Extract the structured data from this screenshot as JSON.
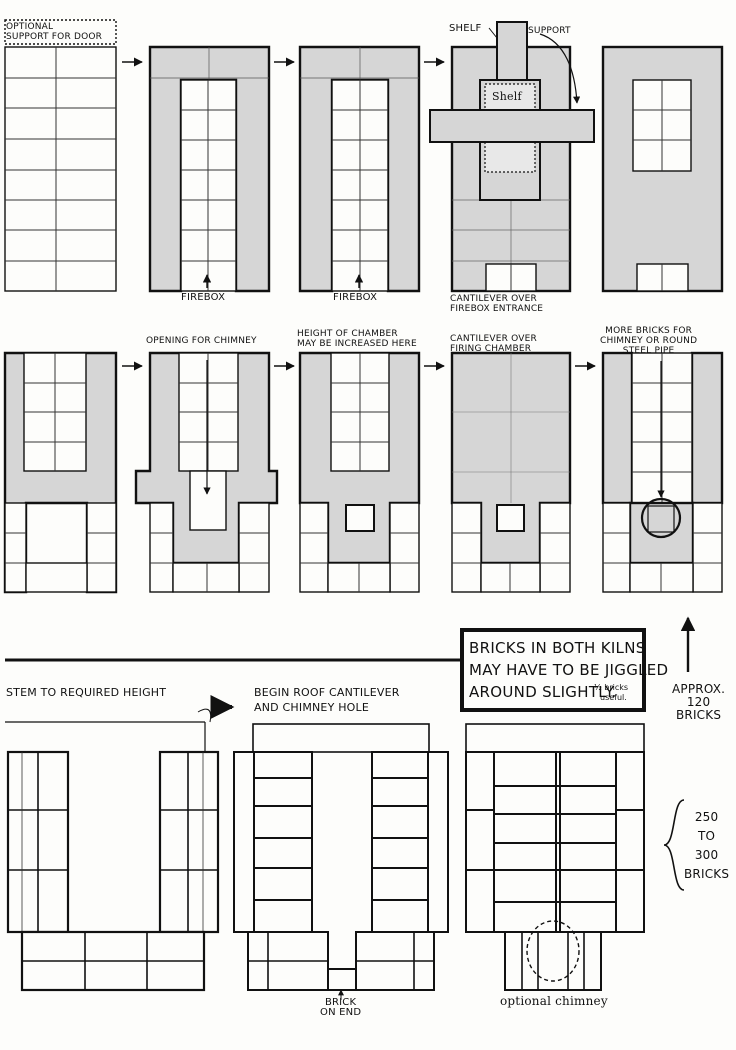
{
  "labels": {
    "optional_support": "OPTIONAL\nSUPPORT FOR DOOR",
    "firebox_1": "FIREBOX",
    "firebox_2": "FIREBOX",
    "shelf_top": "SHELF",
    "support": "SUPPORT",
    "shelf_inner": "Shelf",
    "cantilever_firebox": "CANTILEVER OVER\nFIREBOX ENTRANCE",
    "opening_chimney": "OPENING FOR CHIMNEY",
    "height_chamber": "HEIGHT OF CHAMBER\nMAY BE INCREASED HERE",
    "cantilever_chamber": "CANTILEVER OVER\nFIRING CHAMBER",
    "more_bricks": "MORE BRICKS FOR\nCHIMNEY OR ROUND\nSTEEL PIPE",
    "approx_120": "APPROX.\n120\nBRICKS",
    "stem_height": "STEM TO REQUIRED HEIGHT",
    "begin_roof": "BEGIN ROOF CANTILEVER\nAND CHIMNEY HOLE",
    "count_250_300": "250\nto\n300\nBRICKS",
    "brick_on_end": "BRICK\nON END",
    "optional_chimney": "optional chimney"
  },
  "notice": {
    "line1": "BRICKS IN BOTH KILNS",
    "line2": "MAY HAVE TO BE JIGGLED",
    "line3": "AROUND SLIGHTLY.",
    "line4": "½ bricks",
    "line5": "useful."
  },
  "colors": {
    "ink": "#111111",
    "shade": "#d6d6d6",
    "grid": "#333333",
    "paper": "#fdfdfb"
  }
}
